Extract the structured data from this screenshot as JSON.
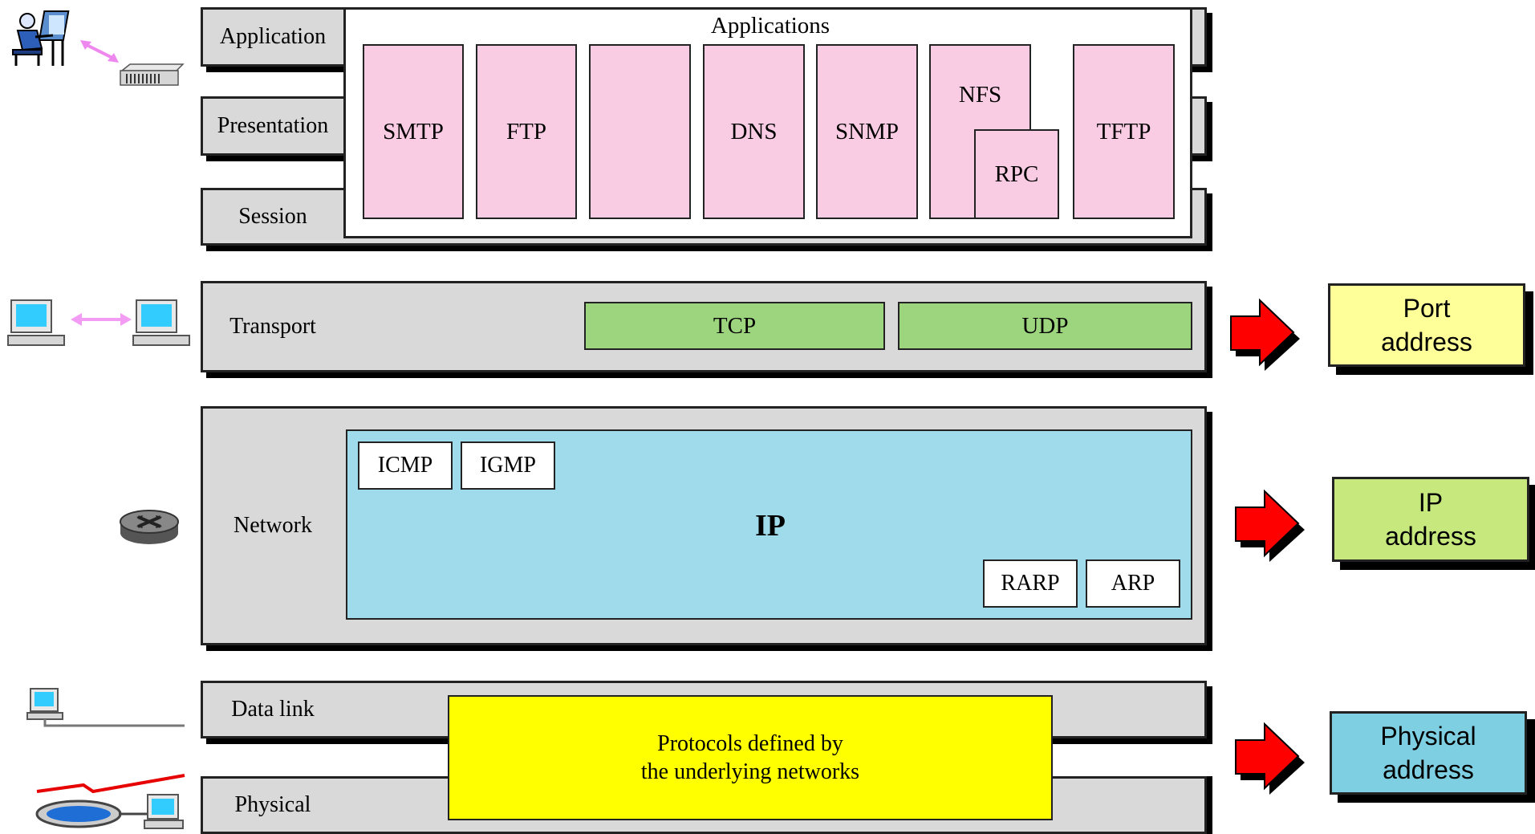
{
  "osi_layers": {
    "application": "Application",
    "presentation": "Presentation",
    "session": "Session",
    "transport": "Transport",
    "network": "Network",
    "data_link": "Data link",
    "physical": "Physical"
  },
  "applications": {
    "title": "Applications",
    "protocols": [
      "SMTP",
      "FTP",
      "",
      "DNS",
      "SNMP",
      "NFS",
      "RPC",
      "TFTP"
    ]
  },
  "transport_protocols": [
    "TCP",
    "UDP"
  ],
  "network": {
    "main": "IP",
    "upper": [
      "ICMP",
      "IGMP"
    ],
    "lower": [
      "RARP",
      "ARP"
    ]
  },
  "lower_layers_box": {
    "line1": "Protocols defined by",
    "line2": "the underlying networks"
  },
  "addresses": {
    "port": [
      "Port",
      "address"
    ],
    "ip": [
      "IP",
      "address"
    ],
    "physical": [
      "Physical",
      "address"
    ]
  },
  "colors": {
    "layer_gray": "#d9d9d9",
    "app_pink": "#f9cce4",
    "transport_green": "#9dd47e",
    "network_blue": "#9fdbea",
    "lower_yellow": "#ffff00",
    "port_address": "#ffff99",
    "ip_address": "#c6e87d",
    "physical_address": "#7fcfe3",
    "arrow_red": "#ff0000"
  },
  "icons": [
    "user-at-terminal-icon",
    "modem-icon",
    "computer-pair-icon",
    "router-icon",
    "lan-computer-icon",
    "ring-network-icon"
  ]
}
